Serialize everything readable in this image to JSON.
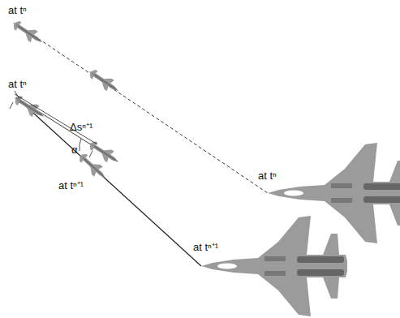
{
  "diagram": {
    "labels": [
      "at tⁿ",
      "at tⁿ",
      "Δsⁿ⁺¹",
      "α",
      "at tⁿ⁺¹",
      "at tⁿ",
      "at tⁿ⁺¹"
    ]
  }
}
